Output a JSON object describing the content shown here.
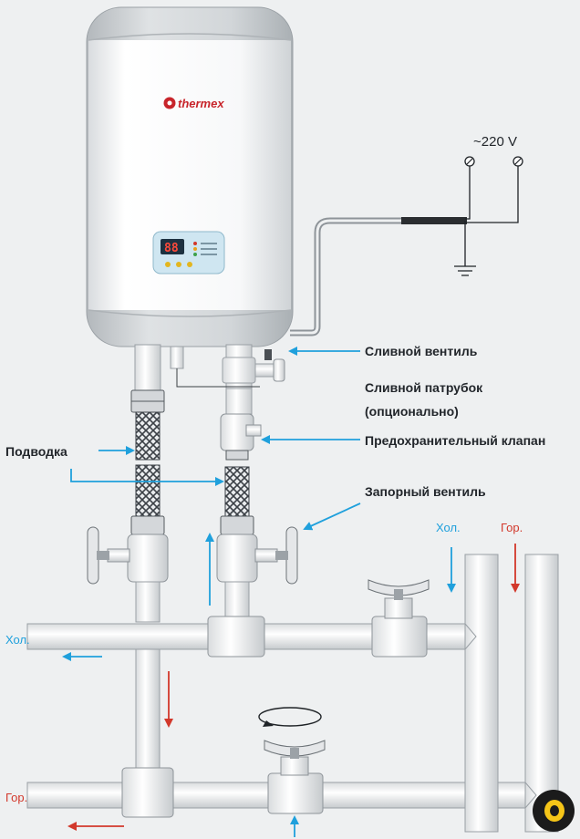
{
  "heater": {
    "brand": "thermex",
    "display_digits": "88"
  },
  "power": {
    "voltage": "~220 V"
  },
  "labels": {
    "drain_valve": "Сливной вентиль",
    "drain_pipe_line1": "Сливной патрубок",
    "drain_pipe_line2": "(опционально)",
    "safety_valve": "Предохранительный клапан",
    "supply": "Подводка",
    "shutoff_valve": "Запорный вентиль"
  },
  "flows": {
    "cold_top": "Хол.",
    "hot_top": "Гор.",
    "cold_left": "Хол.",
    "hot_left": "Гор."
  },
  "colors": {
    "arrow_blue": "#1fa0dc",
    "arrow_red": "#d2382b",
    "heater_body": "#ffffff",
    "heater_caps": "#c9cdd1",
    "brand_red": "#c8252b"
  }
}
